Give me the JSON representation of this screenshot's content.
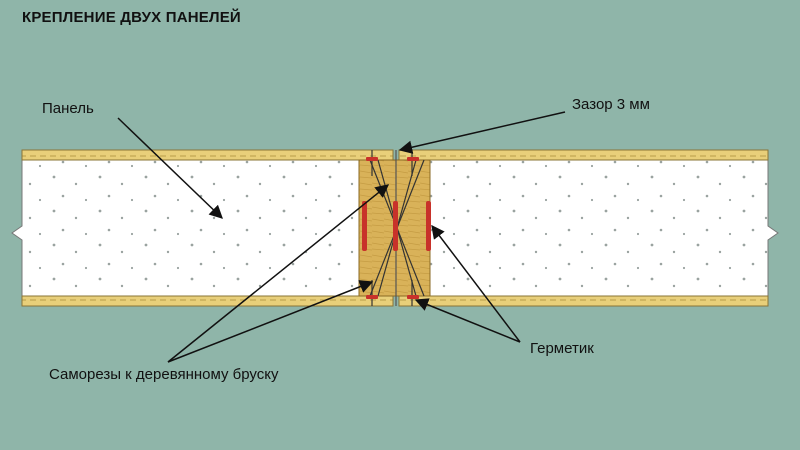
{
  "title": "КРЕПЛЕНИЕ ДВУХ ПАНЕЛЕЙ",
  "labels": {
    "panel": "Панель",
    "gap": "Зазор 3 мм",
    "screws": "Саморезы к деревянному бруску",
    "sealant": "Герметик"
  },
  "colors": {
    "background": "#8fb5a9",
    "panel_foam": "#ffffff",
    "panel_skin": "#e8cf7a",
    "wood_block": "#d9b259",
    "sealant": "#c8322a",
    "screw": "#333333",
    "arrow": "#111111"
  }
}
